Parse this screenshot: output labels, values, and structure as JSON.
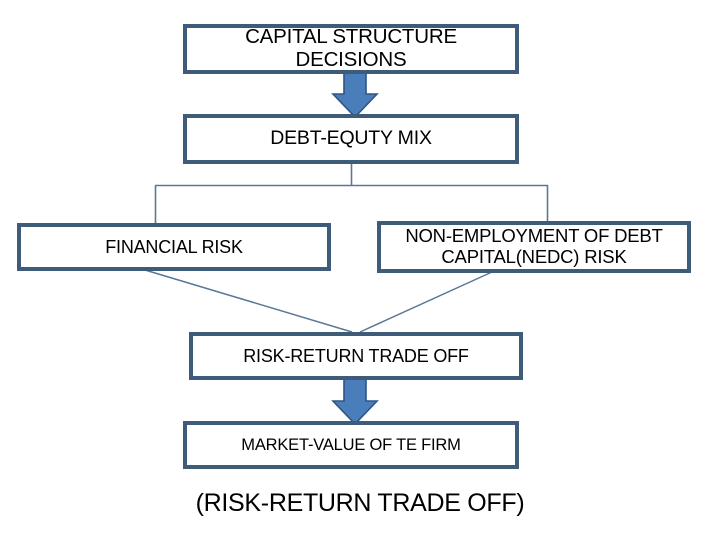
{
  "diagram": {
    "title_box": "CAPITAL STRUCTURE DECISIONS",
    "nodes": [
      {
        "id": "capital-structure",
        "label": "CAPITAL STRUCTURE DECISIONS"
      },
      {
        "id": "debt-equity",
        "label": "DEBT-EQUTY MIX"
      },
      {
        "id": "financial-risk",
        "label": "FINANCIAL RISK"
      },
      {
        "id": "nedc-risk",
        "label": "NON-EMPLOYMENT OF DEBT\nCAPITAL(NEDC) RISK"
      },
      {
        "id": "risk-return",
        "label": "RISK-RETURN TRADE OFF"
      },
      {
        "id": "market-value",
        "label": "MARKET-VALUE OF TE FIRM"
      }
    ],
    "caption": "(RISK-RETURN TRADE OFF)",
    "icons": {
      "arrow_down_capital_to_debt": "arrow-down-icon",
      "arrow_down_riskreturn_to_market": "arrow-down-icon"
    },
    "colors": {
      "box_border": "#3e5c79",
      "box_fill": "#ffffff",
      "arrow_fill": "#4a7ebb",
      "arrow_stroke": "#2f5584",
      "connector_line": "#5a7894",
      "text": "#000000"
    }
  }
}
